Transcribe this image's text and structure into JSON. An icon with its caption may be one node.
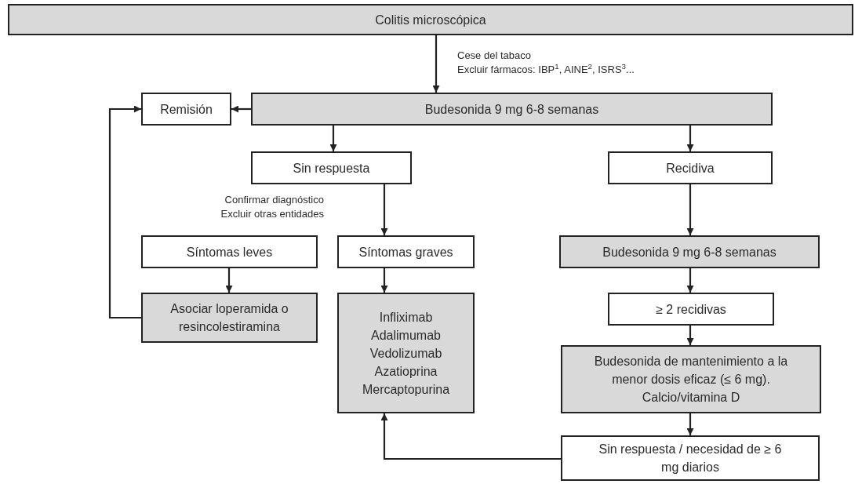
{
  "diagram": {
    "nodes": [
      {
        "text": [
          "Colitis microscópica"
        ]
      },
      {
        "text": [
          "Remisión"
        ]
      },
      {
        "text": [
          "Budesonida 9 mg 6-8 semanas"
        ]
      },
      {
        "text": [
          "Sin respuesta"
        ]
      },
      {
        "text": [
          "Recidiva"
        ]
      },
      {
        "text": [
          "Síntomas leves"
        ]
      },
      {
        "text": [
          "Síntomas graves"
        ]
      },
      {
        "text": [
          "Asociar loperamida o resincolestiramina"
        ]
      },
      {
        "text": [
          "Infliximab Adalimumab Vedolizumab Azatioprina Mercaptopurina"
        ]
      },
      {
        "text": [
          "Budesonida 9 mg 6-8 semanas"
        ]
      },
      {
        "text": [
          "≥ 2 recidivas"
        ]
      },
      {
        "text": [
          "Budesonida de mantenimiento a la menor dosis eficaz (≤ 6 mg). Calcio/vitamina D"
        ]
      },
      {
        "text": [
          "Sin respuesta / necesidad de ≥ 6 mg diarios"
        ]
      }
    ],
    "edges": [
      {
        "from": 0,
        "to": 2,
        "arrow": "to"
      },
      {
        "from": 2,
        "to": 1,
        "arrow": "to"
      },
      {
        "from": 2,
        "to": 3,
        "arrow": "to"
      },
      {
        "from": 2,
        "to": 4,
        "arrow": "to"
      },
      {
        "from": 3,
        "to": 6,
        "arrow": "to"
      },
      {
        "from": 4,
        "to": 9,
        "arrow": "to"
      },
      {
        "from": 5,
        "to": 7,
        "arrow": "to"
      },
      {
        "from": 6,
        "to": 8,
        "arrow": "to"
      },
      {
        "from": 9,
        "to": 10,
        "arrow": "to"
      },
      {
        "from": 10,
        "to": 11,
        "arrow": "to"
      },
      {
        "from": 11,
        "to": 12,
        "arrow": "to"
      },
      {
        "from": 12,
        "to": 8,
        "arrow": "to"
      },
      {
        "from": 7,
        "to": 1,
        "arrow": "to"
      }
    ],
    "labels": [
      "Cese del tabaco",
      "Excluir fármacos: IBP$^{1}$, AINE$^{2}$, ISRS$^{3}$...",
      "Confirmar diagnóstico",
      "Excluir otras entidades"
    ]
  }
}
